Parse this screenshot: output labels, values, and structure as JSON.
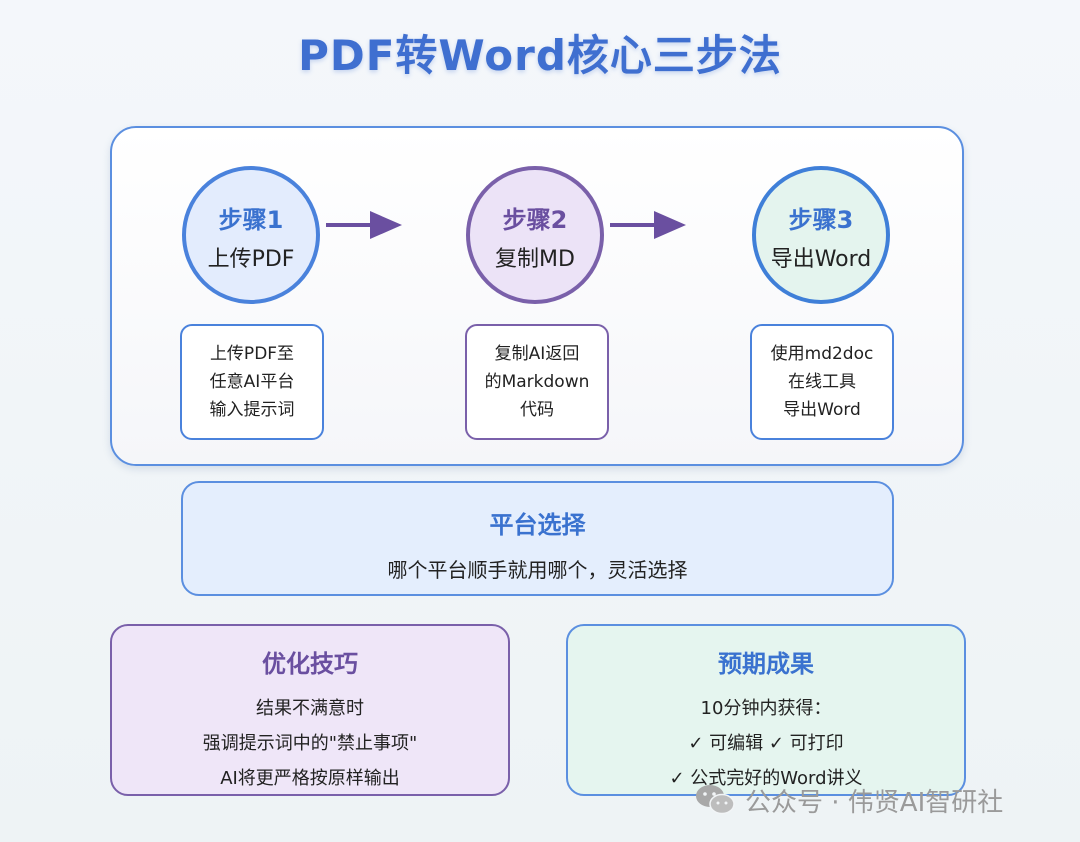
{
  "title": "PDF转Word核心三步法",
  "steps": [
    {
      "label": "步骤1",
      "name": "上传PDF",
      "desc": [
        "上传PDF至",
        "任意AI平台",
        "输入提示词"
      ]
    },
    {
      "label": "步骤2",
      "name": "复制MD",
      "desc": [
        "复制AI返回",
        "的Markdown",
        "代码"
      ]
    },
    {
      "label": "步骤3",
      "name": "导出Word",
      "desc": [
        "使用md2doc",
        "在线工具",
        "导出Word"
      ]
    }
  ],
  "platform": {
    "title": "平台选择",
    "text": "哪个平台顺手就用哪个，灵活选择"
  },
  "tips": {
    "title": "优化技巧",
    "lines": [
      "结果不满意时",
      "强调提示词中的\"禁止事项\"",
      "AI将更严格按原样输出"
    ]
  },
  "result": {
    "title": "预期成果",
    "lines": [
      "10分钟内获得：",
      "✓ 可编辑 ✓ 可打印",
      "✓ 公式完好的Word讲义"
    ]
  },
  "watermark": "公众号 · 伟贤AI智研社",
  "colors": {
    "blue": "#4a82dc",
    "purple": "#7a60aa",
    "arrow": "#6a4fa0"
  }
}
